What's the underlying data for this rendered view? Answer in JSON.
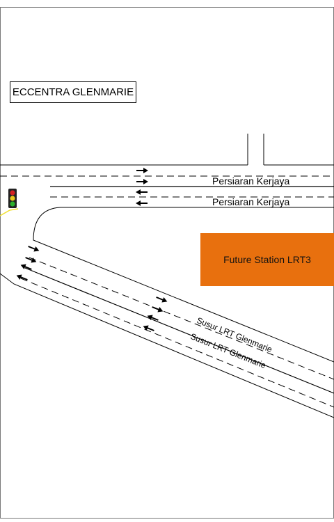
{
  "building": {
    "label": "ECCENTRA GLENMARIE"
  },
  "station": {
    "label": "Future Station LRT3",
    "color": "#e8700e"
  },
  "roads": {
    "main_upper": "Persiaran Kerjaya",
    "main_lower": "Persiaran Kerjaya",
    "ramp_upper": "Susur LRT Glenmarie",
    "ramp_lower": "Susur LRT Glenmarie"
  },
  "traffic_light": {
    "colors": [
      "#d32020",
      "#e8c81a",
      "#2bb02b"
    ]
  },
  "colors": {
    "line": "#000000",
    "highlight": "#f0e030"
  }
}
